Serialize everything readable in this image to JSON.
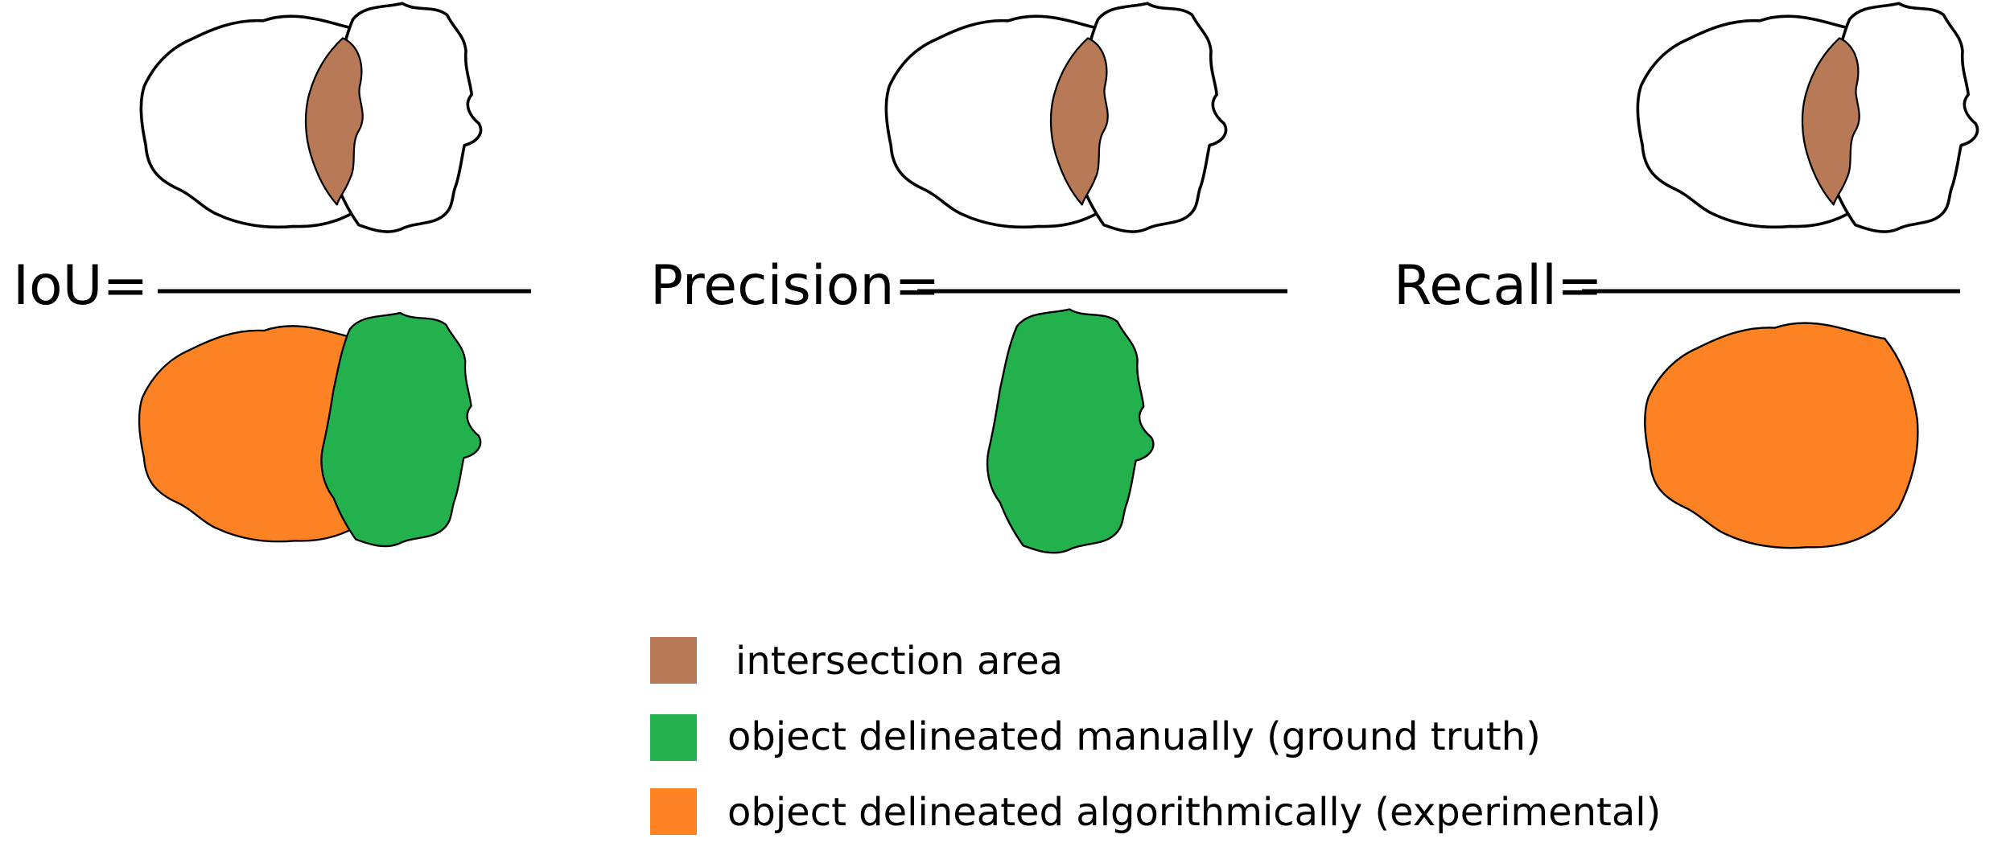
{
  "colors": {
    "intersection": "#b87a56",
    "ground_truth": "#22b14c",
    "experimental": "#fd8223",
    "outline": "#000000",
    "background": "#ffffff"
  },
  "metrics": [
    {
      "label": "IoU=",
      "numerator": "intersection area",
      "denominator": "union of ground truth and experimental objects"
    },
    {
      "label": "Precision=",
      "numerator": "intersection area",
      "denominator": "object delineated manually (ground truth)"
    },
    {
      "label": "Recall=",
      "numerator": "intersection area",
      "denominator": "object delineated algorithmically (experimental)"
    }
  ],
  "legend": [
    {
      "label": "intersection area",
      "color_key": "intersection"
    },
    {
      "label": "object delineated manually (ground truth)",
      "color_key": "ground_truth"
    },
    {
      "label": "object delineated algorithmically (experimental)",
      "color_key": "experimental"
    }
  ]
}
